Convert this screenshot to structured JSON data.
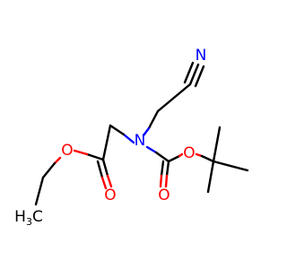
{
  "colors": {
    "carbon": "#000000",
    "nitrogen": "#0000ff",
    "oxygen": "#ff0000",
    "background": "#ffffff"
  },
  "atoms": {
    "nitrile_n": {
      "label": "N"
    },
    "amine_n": {
      "label": "N"
    },
    "ester_o_single": {
      "label": "O"
    },
    "ester_o_double": {
      "label": "O"
    },
    "carbamate_o_single": {
      "label": "O"
    },
    "carbamate_o_double": {
      "label": "O"
    },
    "methyl": {
      "label_main": "H",
      "label_sub": "3",
      "label_tail": "C"
    }
  }
}
